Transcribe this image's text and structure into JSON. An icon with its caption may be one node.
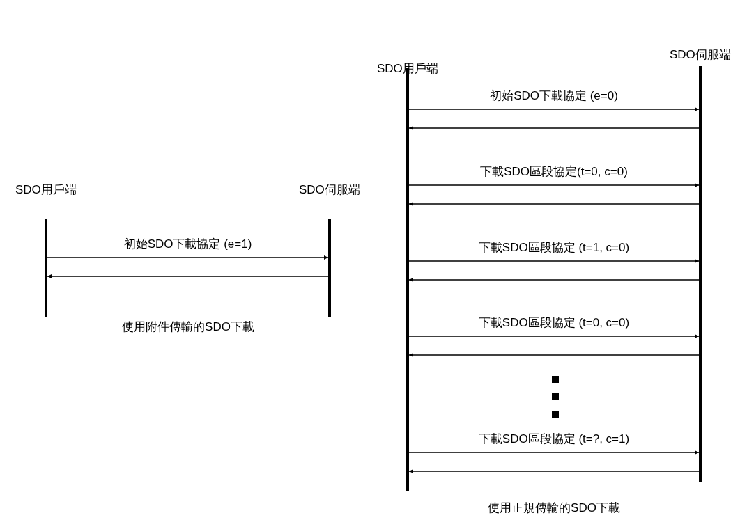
{
  "diagram": {
    "nodes": [
      {
        "text": [
          "SDO用戶端"
        ]
      },
      {
        "text": [
          "SDO伺服端"
        ]
      },
      {
        "text": [
          "SDO用戶端"
        ]
      },
      {
        "text": [
          "SDO伺服端"
        ]
      }
    ],
    "edges": [
      {
        "from": 0,
        "to": 1,
        "arrow": "to",
        "label": "初始SDO下載協定 (e=1)"
      },
      {
        "from": 1,
        "to": 0,
        "arrow": "to"
      },
      {
        "from": 2,
        "to": 3,
        "arrow": "to",
        "label": "初始SDO下載協定 (e=0)"
      },
      {
        "from": 3,
        "to": 2,
        "arrow": "to"
      },
      {
        "from": 2,
        "to": 3,
        "arrow": "to",
        "label": "下載SDO區段協定(t=0, c=0)"
      },
      {
        "from": 3,
        "to": 2,
        "arrow": "to"
      },
      {
        "from": 2,
        "to": 3,
        "arrow": "to",
        "label": "下載SDO區段協定 (t=1, c=0)"
      },
      {
        "from": 3,
        "to": 2,
        "arrow": "to"
      },
      {
        "from": 2,
        "to": 3,
        "arrow": "to",
        "label": "下載SDO區段協定 (t=0, c=0)"
      },
      {
        "from": 3,
        "to": 2,
        "arrow": "to"
      },
      {
        "from": 2,
        "to": 3,
        "arrow": "to",
        "label": "下載SDO區段協定 (t=?, c=1)"
      },
      {
        "from": 3,
        "to": 2,
        "arrow": "to"
      }
    ],
    "labels": [
      "使用附件傳輸的SDO下載",
      "使用正規傳輸的SDO下載"
    ]
  }
}
